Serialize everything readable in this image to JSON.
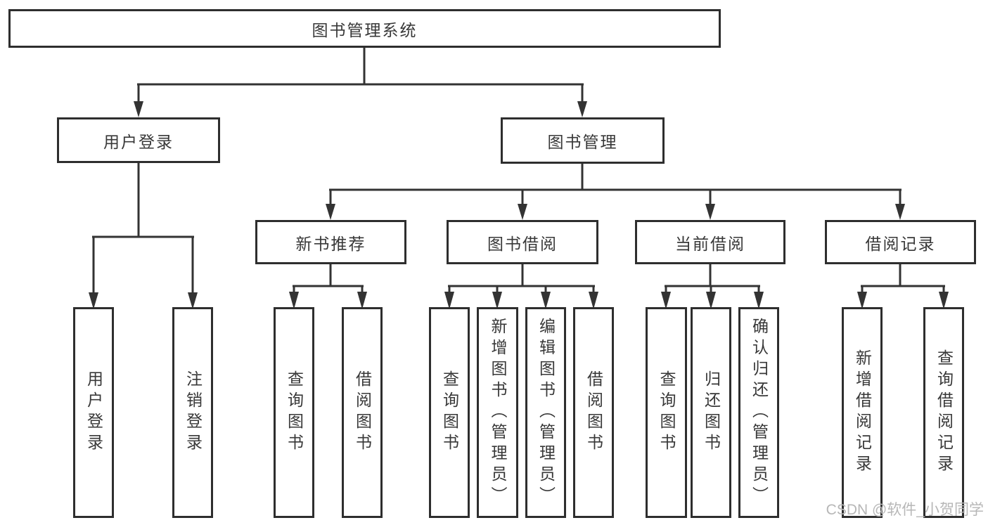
{
  "root": {
    "label": "图书管理系统"
  },
  "level2": [
    {
      "label": "用户登录"
    },
    {
      "label": "图书管理"
    }
  ],
  "level3": [
    {
      "label": "新书推荐"
    },
    {
      "label": "图书借阅"
    },
    {
      "label": "当前借阅"
    },
    {
      "label": "借阅记录"
    }
  ],
  "leaves": {
    "login": [
      {
        "label": "用户登录"
      },
      {
        "label": "注销登录"
      }
    ],
    "recommend": [
      {
        "label": "查询图书"
      },
      {
        "label": "借阅图书"
      }
    ],
    "borrow": [
      {
        "label": "查询图书"
      },
      {
        "label": "新增图书（管理员）"
      },
      {
        "label": "编辑图书（管理员）"
      },
      {
        "label": "借阅图书"
      }
    ],
    "current": [
      {
        "label": "查询图书"
      },
      {
        "label": "归还图书"
      },
      {
        "label": "确认归还（管理员）"
      }
    ],
    "records": [
      {
        "label": "新增借阅记录"
      },
      {
        "label": "查询借阅记录"
      }
    ]
  },
  "watermark": {
    "text": "CSDN @软件_小贺同学"
  },
  "colors": {
    "line": "#333333",
    "box_border": "#2e2e2e",
    "box_bg": "#ffffff",
    "text": "#383838",
    "watermark": "#b7b7b7"
  }
}
